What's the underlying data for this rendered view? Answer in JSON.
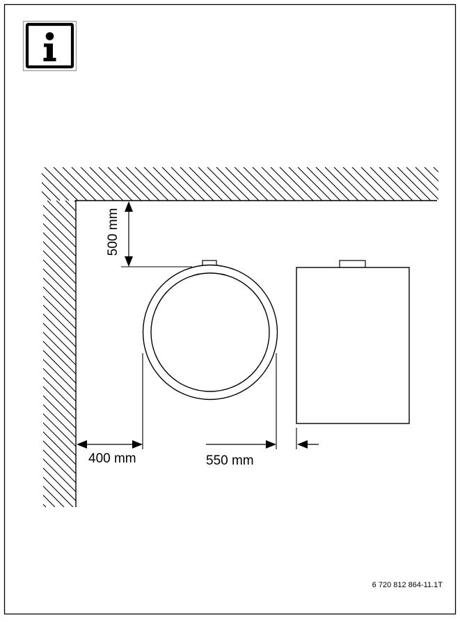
{
  "info_icon": {
    "icon": "info-icon",
    "glyph": "i"
  },
  "dimensions": {
    "top_clearance": "500 mm",
    "side_clearance": "400 mm",
    "between_units": "550 mm"
  },
  "figure_code": "6 720 812 864-11.1T"
}
